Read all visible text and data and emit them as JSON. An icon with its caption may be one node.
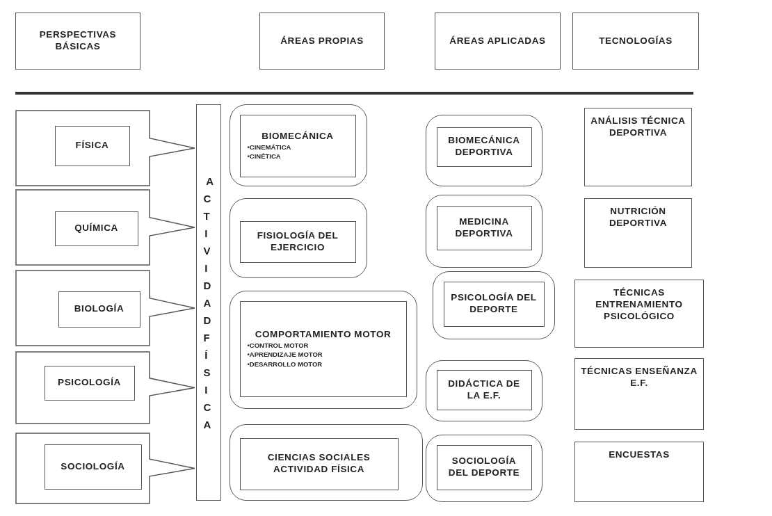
{
  "diagram": {
    "nodes": [
      {
        "text": [
          "PERSPECTIVAS BÁSICAS"
        ]
      },
      {
        "text": [
          "ÁREAS PROPIAS"
        ]
      },
      {
        "text": [
          "ÁREAS APLICADAS"
        ]
      },
      {
        "text": [
          "TECNOLOGÍAS"
        ]
      },
      {
        "text": [],
        "shape": "callout"
      },
      {
        "text": [
          "FÍSICA"
        ],
        "in": 4
      },
      {
        "text": [],
        "shape": "callout"
      },
      {
        "text": [
          "QUÍMICA"
        ],
        "in": 6
      },
      {
        "text": [],
        "shape": "callout"
      },
      {
        "text": [
          "BIOLOGÍA"
        ],
        "in": 8
      },
      {
        "text": [],
        "shape": "callout"
      },
      {
        "text": [
          "PSICOLOGÍA"
        ],
        "in": 10
      },
      {
        "text": [],
        "shape": "callout"
      },
      {
        "text": [
          "SOCIOLOGÍA"
        ],
        "in": 12
      },
      {
        "text": [
          "ACTIVIDAD FÍSICA"
        ]
      },
      {
        "text": [],
        "shape": "box"
      },
      {
        "text": [
          "BIOMECÁNICA",
          "•CINEMÁTICA",
          "•CINÉTICA"
        ],
        "in": 15
      },
      {
        "text": [],
        "shape": "box"
      },
      {
        "text": [
          "FISIOLOGÍA DEL EJERCICIO"
        ],
        "in": 17
      },
      {
        "text": [],
        "shape": "box"
      },
      {
        "text": [
          "COMPORTAMIENTO MOTOR",
          "•CONTROL MOTOR",
          "•APRENDIZAJE MOTOR",
          "•DESARROLLO MOTOR"
        ],
        "in": 19
      },
      {
        "text": [],
        "shape": "box"
      },
      {
        "text": [
          "CIENCIAS SOCIALES ACTIVIDAD FÍSICA"
        ],
        "in": 21
      },
      {
        "text": [],
        "shape": "box"
      },
      {
        "text": [
          "BIOMECÁNICA DEPORTIVA"
        ],
        "in": 23
      },
      {
        "text": [],
        "shape": "box"
      },
      {
        "text": [
          "MEDICINA DEPORTIVA"
        ],
        "in": 25
      },
      {
        "text": [],
        "shape": "box"
      },
      {
        "text": [
          "PSICOLOGÍA DEL DEPORTE"
        ],
        "in": 27
      },
      {
        "text": [],
        "shape": "box"
      },
      {
        "text": [
          "DIDÁCTICA DE LA E.F."
        ],
        "in": 29
      },
      {
        "text": [],
        "shape": "box"
      },
      {
        "text": [
          "SOCIOLOGÍA DEL DEPORTE"
        ],
        "in": 31
      },
      {
        "text": [
          "ANÁLISIS TÉCNICA DEPORTIVA"
        ]
      },
      {
        "text": [
          "NUTRICIÓN DEPORTIVA"
        ]
      },
      {
        "text": [
          "TÉCNICAS ENTRENAMIENTO PSICOLÓGICO"
        ]
      },
      {
        "text": [
          "TÉCNICAS ENSEÑANZA E.F."
        ]
      },
      {
        "text": [
          "ENCUESTAS"
        ]
      }
    ]
  }
}
